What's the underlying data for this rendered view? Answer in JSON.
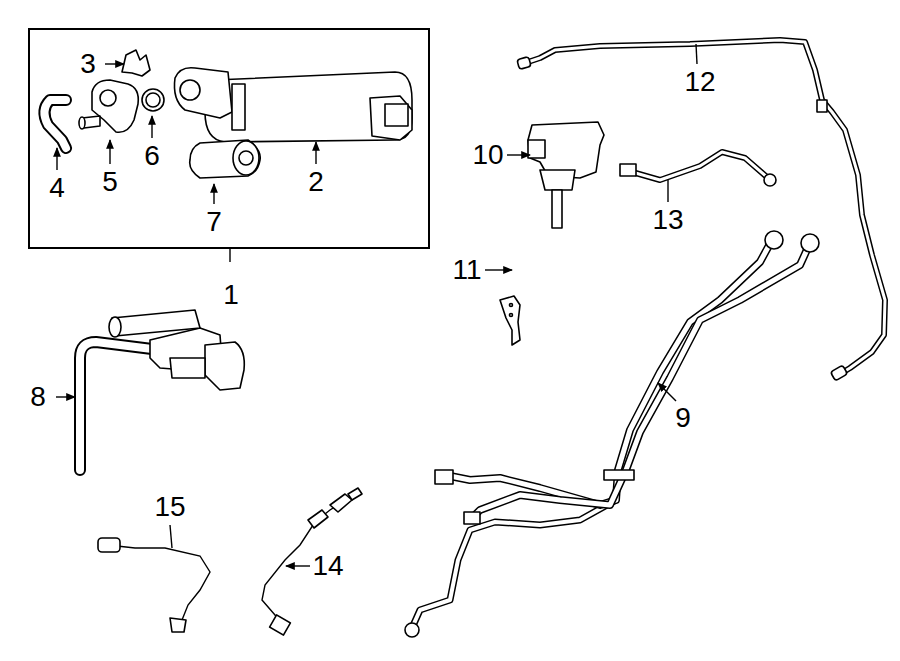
{
  "diagram": {
    "nodes": [
      {
        "text": [
          "1"
        ]
      }
    ],
    "labels": [
      "3",
      "12",
      "10",
      "13",
      "4",
      "5",
      "6",
      "2",
      "7",
      "11",
      "8",
      "9",
      "15",
      "14"
    ]
  }
}
